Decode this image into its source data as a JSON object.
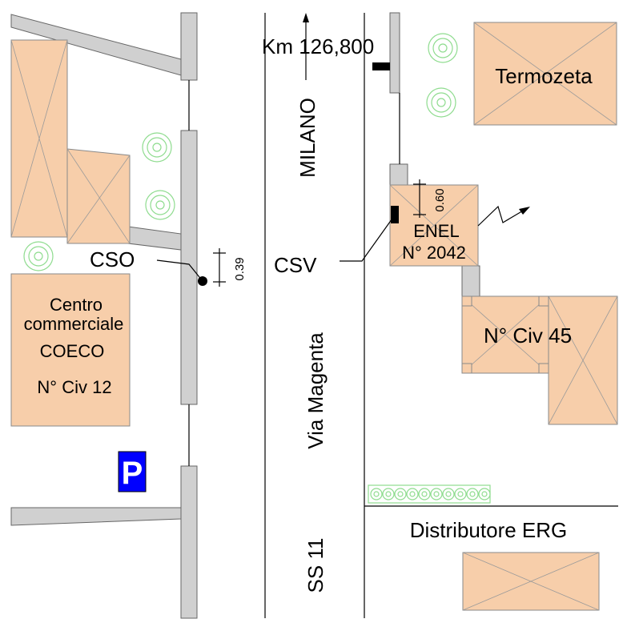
{
  "labels": {
    "km": "Km 126,800",
    "milano": "MILANO",
    "via_magenta": "Via Magenta",
    "ss11": "SS 11",
    "termozeta": "Termozeta",
    "enel_line1": "ENEL",
    "enel_line2": "N° 2042",
    "dim_060": "0.60",
    "dim_039": "0.39",
    "cso": "CSO",
    "csv": "CSV",
    "civ45": "N° Civ 45",
    "coeco_line1": "Centro",
    "coeco_line2": "commerciale",
    "coeco_line3": "COECO",
    "coeco_line4": "N° Civ 12",
    "parking": "P",
    "distributore": "Distributore ERG"
  },
  "colors": {
    "building": "#f7ceaa",
    "sidewalk": "#d0d0d0",
    "parking_blue": "#0000ff",
    "vegetation": "#8fdc8f"
  },
  "icons": [
    "tree-icon",
    "parking-icon",
    "power-line-arrow-icon",
    "manhole-point-icon"
  ]
}
